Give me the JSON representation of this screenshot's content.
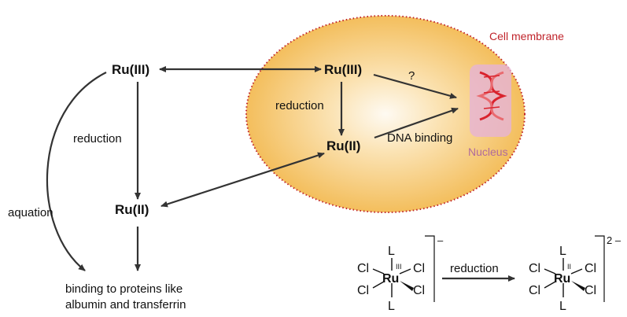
{
  "membrane_label": "Cell membrane",
  "nucleus_label": "Nucleus",
  "nodes": {
    "extra_ru3": "Ru(III)",
    "extra_ru2": "Ru(II)",
    "intra_ru3": "Ru(III)",
    "intra_ru2": "Ru(II)"
  },
  "labels": {
    "reduction_outside": "reduction",
    "reduction_inside": "reduction",
    "aquation": "aquation",
    "question": "?",
    "dna_binding": "DNA binding",
    "protein_line1": "binding to proteins like",
    "protein_line2": "albumin and transferrin"
  },
  "complex_left": {
    "metal": "Ru",
    "ox": "III",
    "ligand": "L",
    "chloride": "Cl",
    "charge": "–"
  },
  "complex_right": {
    "metal": "Ru",
    "ox": "II",
    "ligand": "L",
    "chloride": "Cl",
    "charge": "2 –"
  },
  "complex_reaction_label": "reduction",
  "colors": {
    "cell_outer": "#f2b84e",
    "cell_inner": "#fdf4e4",
    "membrane_dots": "#c0242b",
    "nucleus": "#e6b3d6",
    "dna": "#d9232d",
    "arrow": "#333333"
  }
}
